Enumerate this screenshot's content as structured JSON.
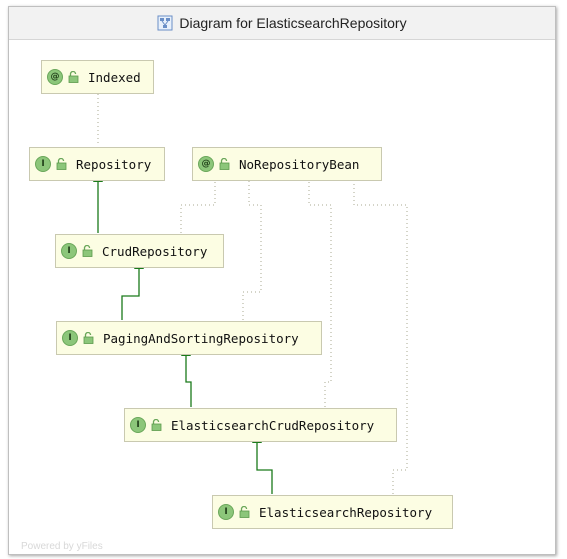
{
  "window": {
    "title": "Diagram for ElasticsearchRepository",
    "title_icon": "diagram-icon"
  },
  "diagram": {
    "nodes": [
      {
        "id": "indexed",
        "label": "Indexed",
        "kind": "annotation",
        "badge": "@"
      },
      {
        "id": "repository",
        "label": "Repository",
        "kind": "interface",
        "badge": "I"
      },
      {
        "id": "norepositorybean",
        "label": "NoRepositoryBean",
        "kind": "annotation",
        "badge": "@"
      },
      {
        "id": "crudrepository",
        "label": "CrudRepository",
        "kind": "interface",
        "badge": "I"
      },
      {
        "id": "pagingandsortingrepository",
        "label": "PagingAndSortingRepository",
        "kind": "interface",
        "badge": "I"
      },
      {
        "id": "elasticsearchcrudrepository",
        "label": "ElasticsearchCrudRepository",
        "kind": "interface",
        "badge": "I"
      },
      {
        "id": "elasticsearchrepository",
        "label": "ElasticsearchRepository",
        "kind": "interface",
        "badge": "I"
      }
    ],
    "edges": [
      {
        "from": "repository",
        "to": "indexed",
        "type": "annotated-by"
      },
      {
        "from": "crudrepository",
        "to": "repository",
        "type": "extends"
      },
      {
        "from": "pagingandsortingrepository",
        "to": "crudrepository",
        "type": "extends"
      },
      {
        "from": "elasticsearchcrudrepository",
        "to": "pagingandsortingrepository",
        "type": "extends"
      },
      {
        "from": "elasticsearchrepository",
        "to": "elasticsearchcrudrepository",
        "type": "extends"
      },
      {
        "from": "crudrepository",
        "to": "norepositorybean",
        "type": "annotated-by"
      },
      {
        "from": "pagingandsortingrepository",
        "to": "norepositorybean",
        "type": "annotated-by"
      },
      {
        "from": "elasticsearchcrudrepository",
        "to": "norepositorybean",
        "type": "annotated-by"
      },
      {
        "from": "elasticsearchrepository",
        "to": "norepositorybean",
        "type": "annotated-by"
      }
    ],
    "colors": {
      "extends": "#1a7a1a",
      "annotated_by": "#a8a890",
      "node_fill": "#fcfde3",
      "badge": "#8cc67a"
    }
  },
  "footer": {
    "text": "Powered by yFiles"
  }
}
